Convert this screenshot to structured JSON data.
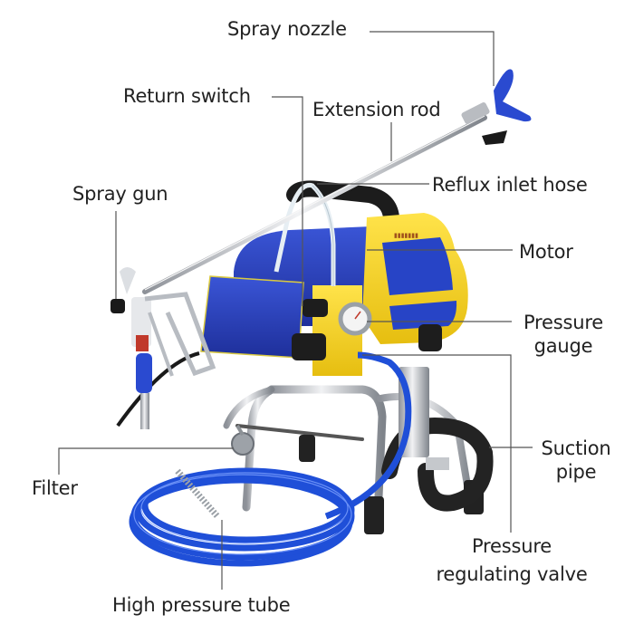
{
  "diagram": {
    "subject": "Airless paint sprayer",
    "colors": {
      "body_blue": "#2a3fb5",
      "housing_yellow": "#f2d11c",
      "hose_blue": "#1f4fd8",
      "handle_black": "#1c1c1c",
      "chrome": "#c9ccd1",
      "leader_line": "#555555",
      "label_text": "#222222"
    },
    "labels": {
      "spray_nozzle": "Spray nozzle",
      "return_switch": "Return switch",
      "extension_rod": "Extension rod",
      "reflux_inlet_hose": "Reflux inlet hose",
      "spray_gun": "Spray gun",
      "motor": "Motor",
      "pressure_gauge_1": "Pressure",
      "pressure_gauge_2": "gauge",
      "suction_pipe_1": "Suction",
      "suction_pipe_2": "pipe",
      "filter": "Filter",
      "pressure_regulating_valve_1": "Pressure",
      "pressure_regulating_valve_2": "regulating valve",
      "high_pressure_tube": "High pressure tube"
    }
  }
}
